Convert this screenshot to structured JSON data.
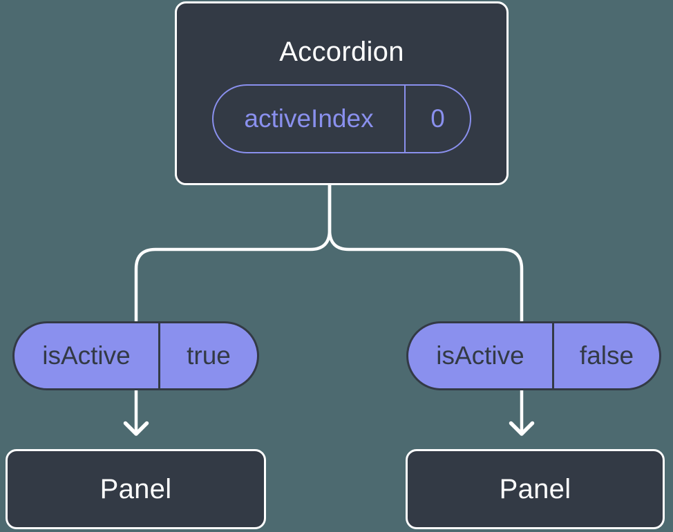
{
  "diagram": {
    "root": {
      "title": "Accordion",
      "state": {
        "name": "activeIndex",
        "value": "0"
      }
    },
    "branches": [
      {
        "prop": {
          "name": "isActive",
          "value": "true"
        },
        "child": {
          "title": "Panel"
        }
      },
      {
        "prop": {
          "name": "isActive",
          "value": "false"
        },
        "child": {
          "title": "Panel"
        }
      }
    ]
  },
  "theme": {
    "bg": "#4D6A70",
    "node_fill": "#333A45",
    "node_border": "#FFFFFF",
    "pill_fill": "#8A90EE",
    "accent": "#8A90EE",
    "dark_text": "#333A45",
    "light_text": "#FFFFFF",
    "connector": "#FFFFFF"
  }
}
